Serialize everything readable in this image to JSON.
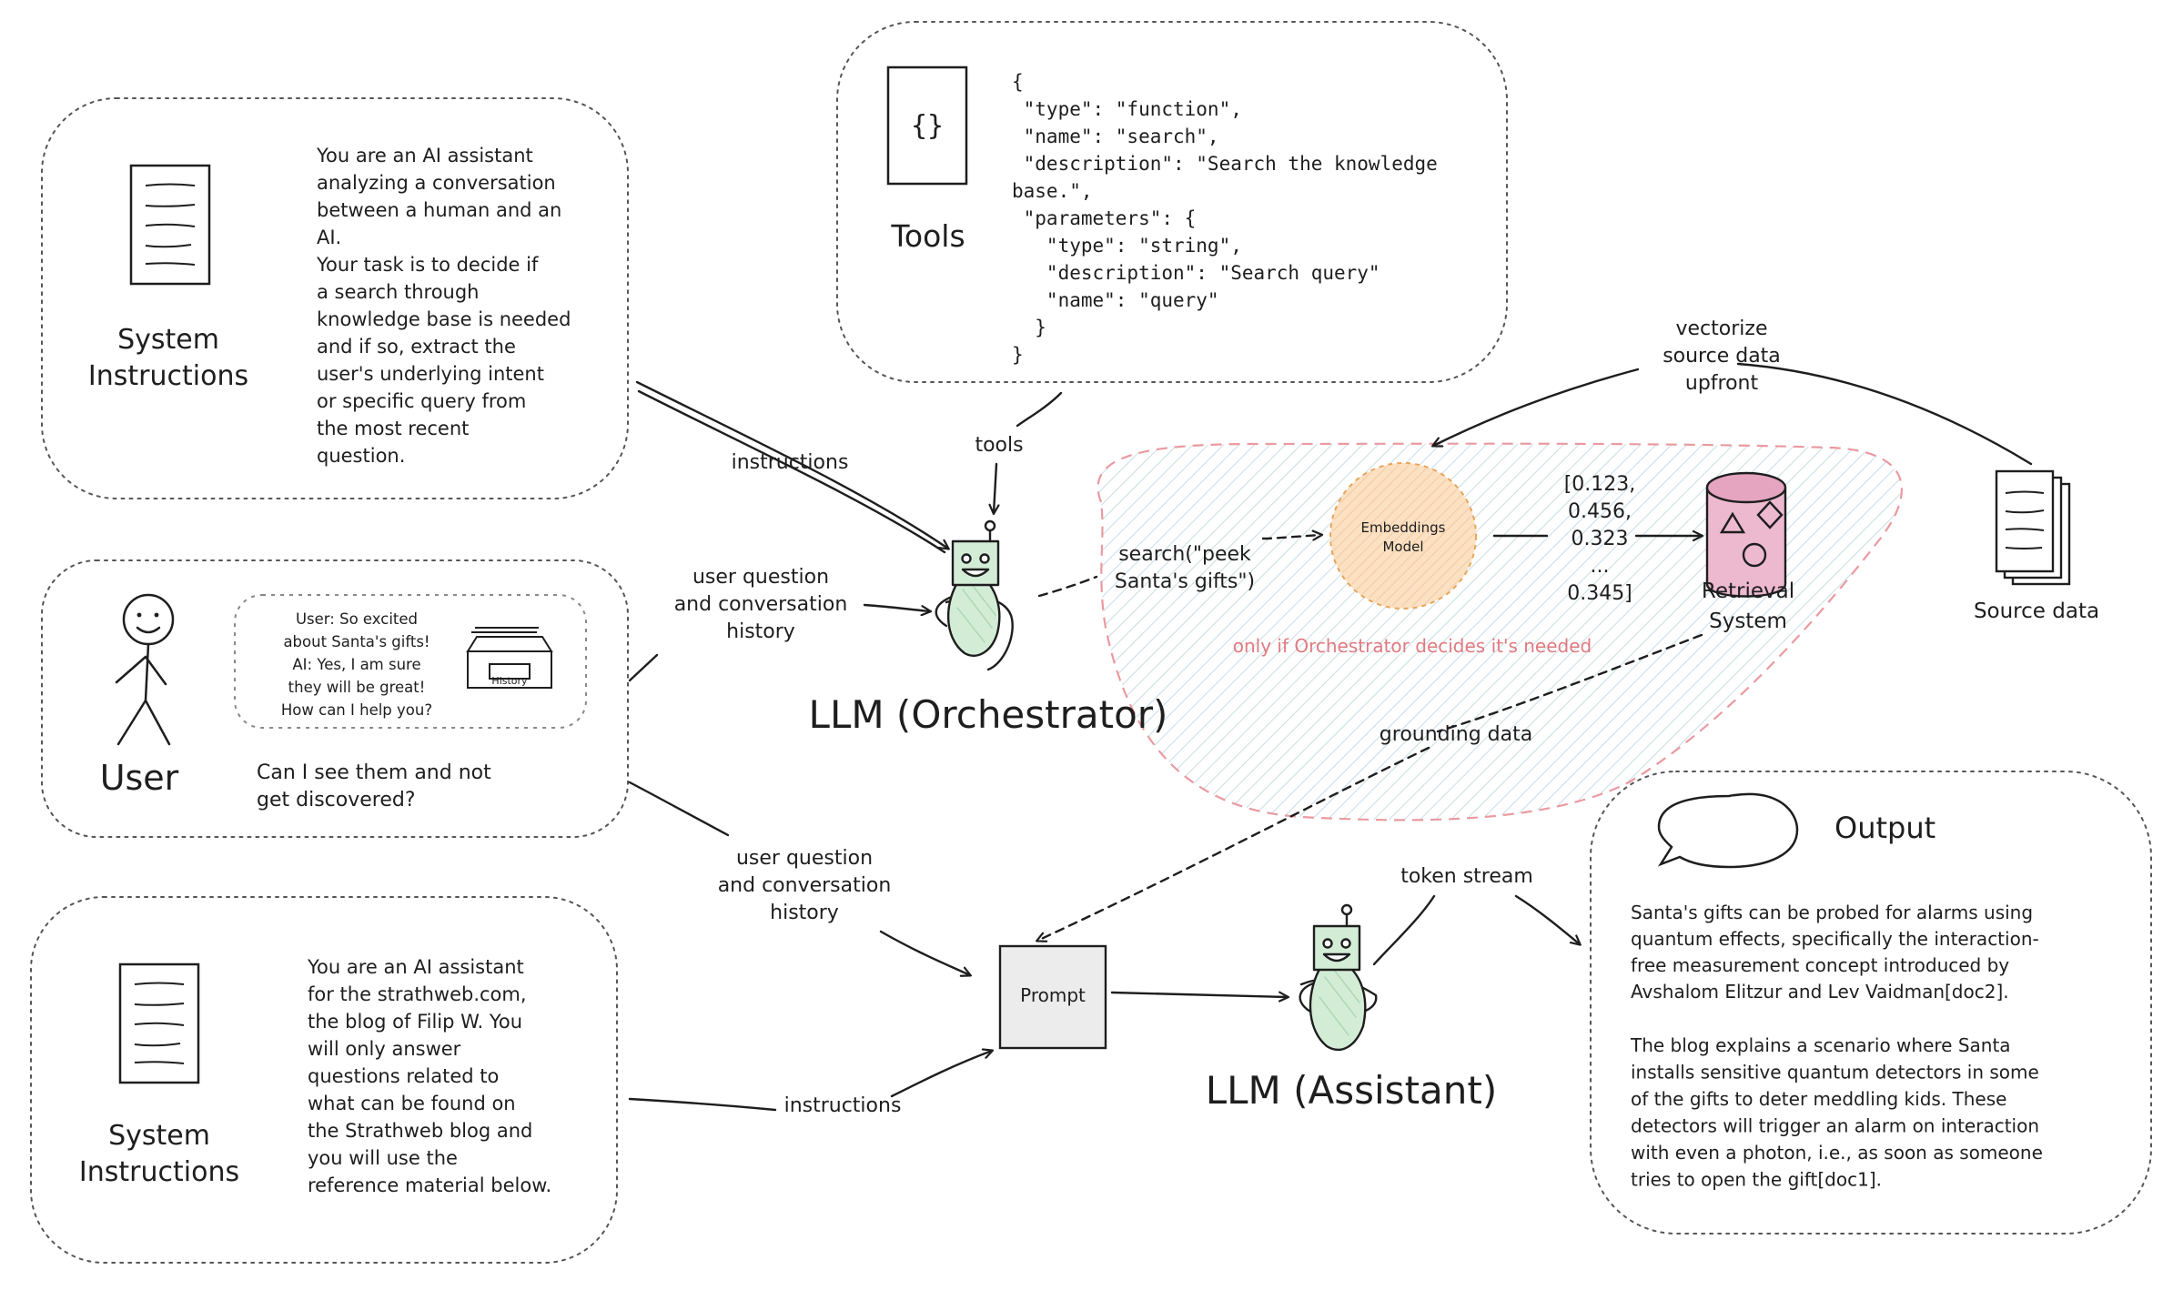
{
  "system_instructions_top": {
    "title_line1": "System",
    "title_line2": "Instructions",
    "text": [
      "You are an AI assistant",
      "analyzing a conversation",
      "between a human and an",
      "AI.",
      "Your task is to decide if",
      "a search through",
      "knowledge base is needed",
      "and if so, extract the",
      "user's underlying intent",
      "or specific query from",
      "the most recent",
      "question."
    ]
  },
  "tools": {
    "title": "Tools",
    "icon_glyph": "{}",
    "code": [
      "{",
      " \"type\": \"function\",",
      " \"name\": \"search\",",
      " \"description\": \"Search the knowledge",
      "base.\",",
      " \"parameters\": {",
      "   \"type\": \"string\",",
      "   \"description\": \"Search query\"",
      "   \"name\": \"query\"",
      "  }",
      "}"
    ]
  },
  "user_box": {
    "title": "User",
    "history_lines": [
      "User: So excited",
      "about Santa's gifts!",
      "AI: Yes, I am sure",
      "they will be great!",
      "How can I help you?"
    ],
    "history_label": "History",
    "question_line1": "Can I see them and not",
    "question_line2": "get discovered?"
  },
  "system_instructions_bottom": {
    "title_line1": "System",
    "title_line2": "Instructions",
    "text": [
      "You are an AI assistant",
      "for the strathweb.com,",
      "the blog of Filip W. You",
      "will only answer",
      "questions related to",
      "what can be found on",
      "the Strathweb blog and",
      "you will use the",
      "reference material below."
    ]
  },
  "labels": {
    "instructions_top": "instructions",
    "tools": "tools",
    "user_q_top": [
      "user question",
      "and conversation",
      "history"
    ],
    "user_q_bottom": [
      "user question",
      "and conversation",
      "history"
    ],
    "instructions_bottom": "instructions",
    "search_call": [
      "search(\"peek",
      "Santa's gifts\")"
    ],
    "vectorize": [
      "vectorize",
      "source data",
      "upfront"
    ],
    "vector_values": [
      "[0.123,",
      "0.456,",
      "0.323",
      "...",
      "0.345]"
    ],
    "grounding": "grounding data",
    "token_stream": "token stream",
    "conditional": "only if Orchestrator decides it's needed"
  },
  "orchestrator": {
    "label": "LLM (Orchestrator)"
  },
  "assistant": {
    "label": "LLM (Assistant)"
  },
  "embeddings": {
    "line1": "Embeddings",
    "line2": "Model"
  },
  "retrieval": {
    "line1": "Retrieval",
    "line2": "System"
  },
  "source_data": {
    "label": "Source data"
  },
  "prompt": {
    "label": "Prompt"
  },
  "output": {
    "title": "Output",
    "para1": [
      "Santa's gifts can be probed for alarms using",
      "quantum effects, specifically the interaction-",
      "free measurement concept introduced by",
      "Avshalom Elitzur and Lev Vaidman[doc2]."
    ],
    "para2": [
      "The blog explains a scenario where Santa",
      "installs sensitive quantum detectors in some",
      "of the gifts to deter meddling kids. These",
      "detectors will trigger an alarm on interaction",
      "with even a photon, i.e., as soon as someone",
      "tries to open the gift[doc1]."
    ]
  },
  "colors": {
    "ink": "#1e1e1e",
    "robot_fill": "#d3ecd6",
    "embeddings_fill": "#fbe0c2",
    "embeddings_stroke": "#e8a55a",
    "retrieval_fill": "#ecb9cf",
    "region_stroke": "#e99aa0",
    "region_hatch": "#c9dce6",
    "conditional_text": "#e07a80",
    "prompt_fill": "#ececec"
  }
}
